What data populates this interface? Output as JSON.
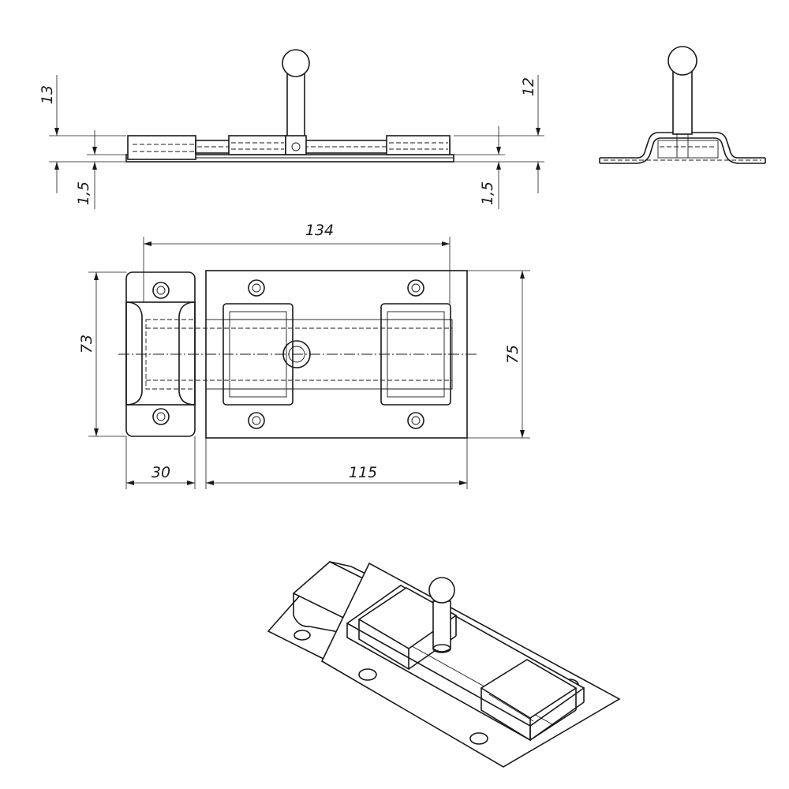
{
  "drawing": {
    "dimensions": {
      "front_left_height": "13",
      "front_right_height": "12",
      "front_left_thickness": "1,5",
      "front_right_thickness": "1,5",
      "overall_length": "134",
      "strike_height": "73",
      "base_height": "75",
      "strike_width": "30",
      "base_width": "115"
    }
  }
}
